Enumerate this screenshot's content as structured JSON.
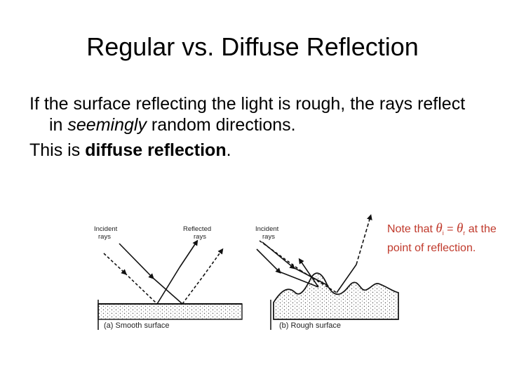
{
  "slide": {
    "title": "Regular vs. Diffuse Reflection",
    "paragraph1": {
      "before": "If the surface reflecting the light is rough, the rays reflect in ",
      "emphasis": "seemingly",
      "after": " random directions."
    },
    "paragraph2": {
      "before": "This is ",
      "strong": "diffuse reflection",
      "after": "."
    },
    "note": {
      "prefix": "Note that ",
      "theta": "θ",
      "sub_i": "i",
      "equals": " = ",
      "sub_r": "r",
      "suffix": " at the point of reflection."
    }
  },
  "figure": {
    "smooth": {
      "incident_line1": "Incident",
      "incident_line2": "rays",
      "reflected_line1": "Reflected",
      "reflected_line2": "rays",
      "caption": "(a)  Smooth surface"
    },
    "rough": {
      "incident_line1": "Incident",
      "incident_line2": "rays",
      "caption": "(b)  Rough surface"
    }
  }
}
